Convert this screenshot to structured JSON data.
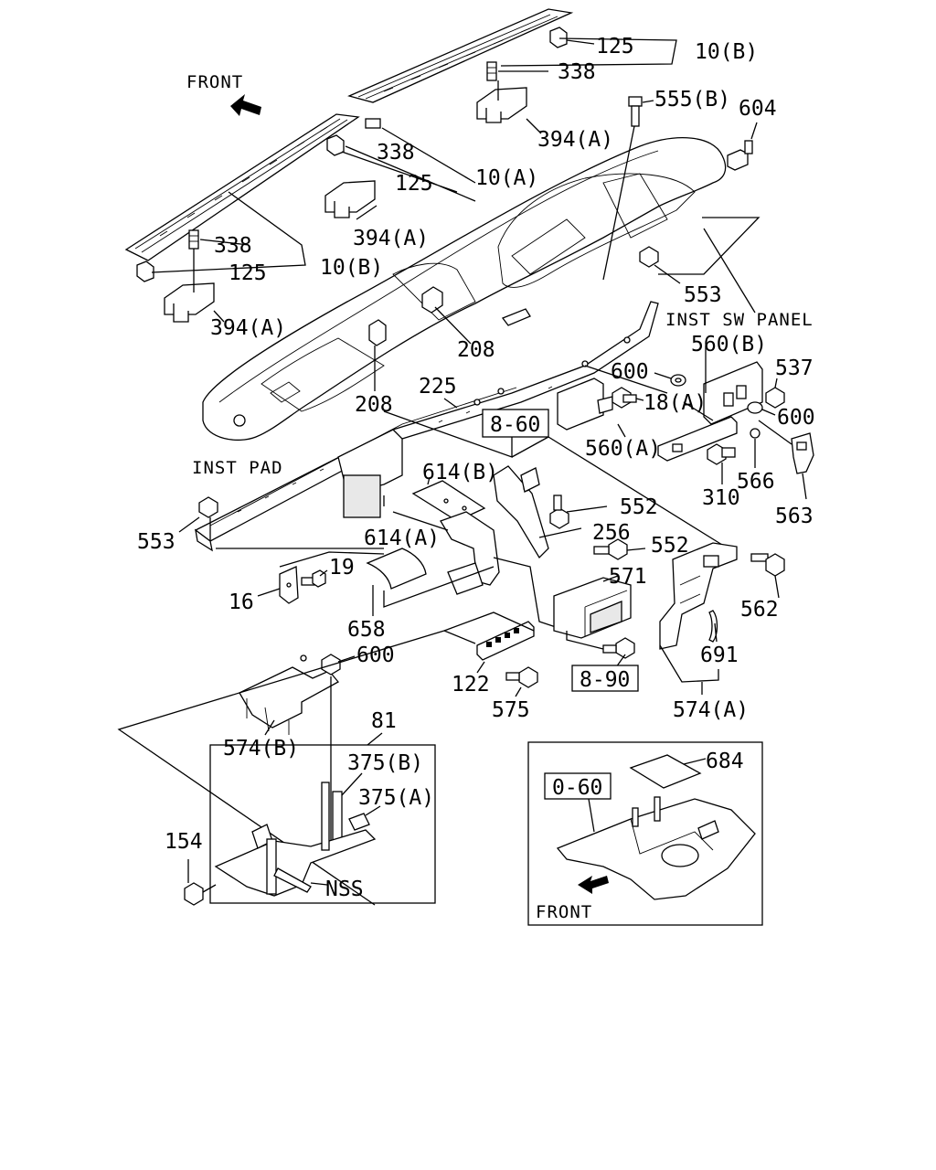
{
  "labels": {
    "front_top": "FRONT",
    "front_inset": "FRONT",
    "inst_pad": "INST PAD",
    "inst_sw_panel": "INST SW PANEL",
    "nss": "NSS",
    "p10b_a": "10(B)",
    "p10b_b": "10(B)",
    "p10a": "10(A)",
    "p125_a": "125",
    "p125_b": "125",
    "p125_c": "125",
    "p338_a": "338",
    "p338_b": "338",
    "p338_c": "338",
    "p394a_a": "394(A)",
    "p394a_b": "394(A)",
    "p394a_c": "394(A)",
    "p555b": "555(B)",
    "p604": "604",
    "p553_a": "553",
    "p553_b": "553",
    "p208_a": "208",
    "p208_b": "208",
    "p225": "225",
    "p560b": "560(B)",
    "p600_a": "600",
    "p600_b": "600",
    "p600_c": "600",
    "p537": "537",
    "p18a": "18(A)",
    "p560a": "560(A)",
    "p310": "310",
    "p566": "566",
    "p563": "563",
    "p614b": "614(B)",
    "p614a": "614(A)",
    "p552_a": "552",
    "p552_b": "552",
    "p256": "256",
    "p562": "562",
    "p19": "19",
    "p16": "16",
    "p658": "658",
    "p571": "571",
    "p691": "691",
    "p122": "122",
    "p575": "575",
    "p574a": "574(A)",
    "p574b": "574(B)",
    "p81": "81",
    "p375b": "375(B)",
    "p375a": "375(A)",
    "p154": "154",
    "p684": "684"
  },
  "refs": {
    "ref_8_60": "8-60",
    "ref_8_90": "8-90",
    "ref_0_60": "0-60"
  }
}
